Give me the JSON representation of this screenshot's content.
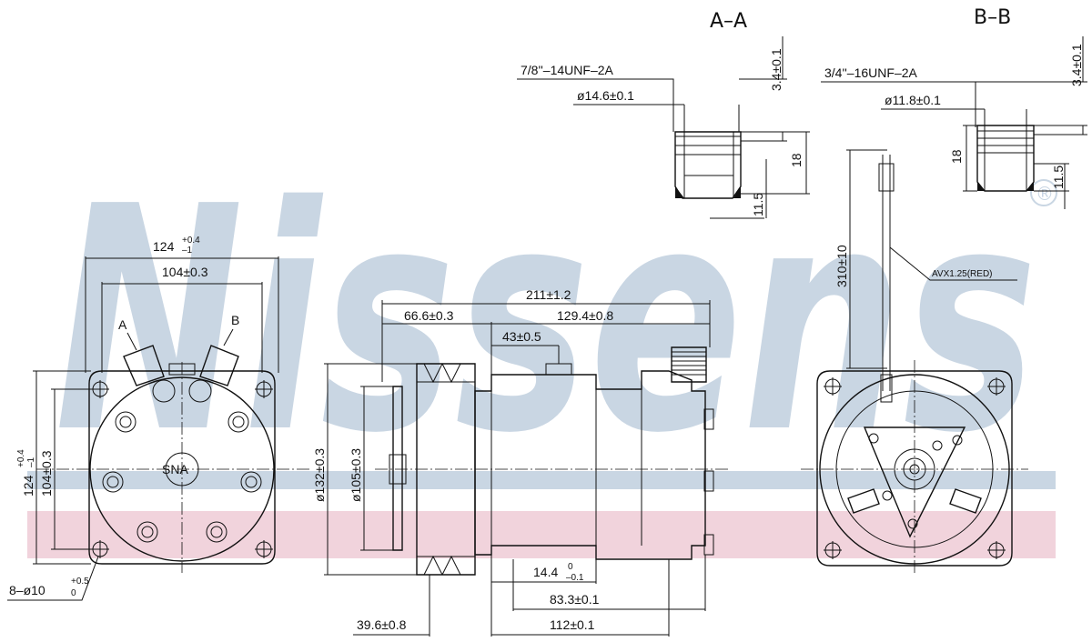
{
  "watermark": {
    "brand": "Nissens",
    "registered": "®",
    "color_blue": "#c9d6e3",
    "color_red": "#f1d3dc"
  },
  "sections": {
    "aa_title": "A–A",
    "bb_title": "B–B"
  },
  "section_aa": {
    "thread": "7/8''–14UNF–2A",
    "diameter": "ø14.6±0.1",
    "depth_top": "3.4±0.1",
    "height": "18",
    "depth_bottom": "11.5"
  },
  "section_bb": {
    "thread": "3/4''–16UNF–2A",
    "diameter": "ø11.8±0.1",
    "depth_top": "3.4±0.1",
    "height": "18",
    "depth_bottom": "11.5"
  },
  "front_view": {
    "width_outer": "124",
    "width_outer_tol_up": "+0.4",
    "width_outer_tol_down": "–1",
    "width_inner": "104±0.3",
    "height_outer": "124",
    "height_outer_tol_up": "+0.4",
    "height_outer_tol_down": "–1",
    "height_inner": "104±0.3",
    "port_a": "A",
    "port_b": "B",
    "center_mark": "SNA",
    "holes": "8–ø10",
    "holes_tol_up": "+0.5",
    "holes_tol_down": "0"
  },
  "side_view": {
    "length_total": "211±1.2",
    "pulley_offset": "66.6±0.3",
    "body_length": "129.4±0.8",
    "port_offset": "43±0.5",
    "pulley_dia": "ø132±0.3",
    "groove_dia": "ø105±0.3",
    "flange_gap": "14.4",
    "flange_gap_tol_up": "0",
    "flange_gap_tol_down": "–0.1",
    "mount_dist": "83.3±0.1",
    "body_base": "112±0.1",
    "pulley_width": "39.6±0.8"
  },
  "rear_view": {
    "cable_length": "310±10",
    "cable_label": "AVX1.25(RED)"
  }
}
